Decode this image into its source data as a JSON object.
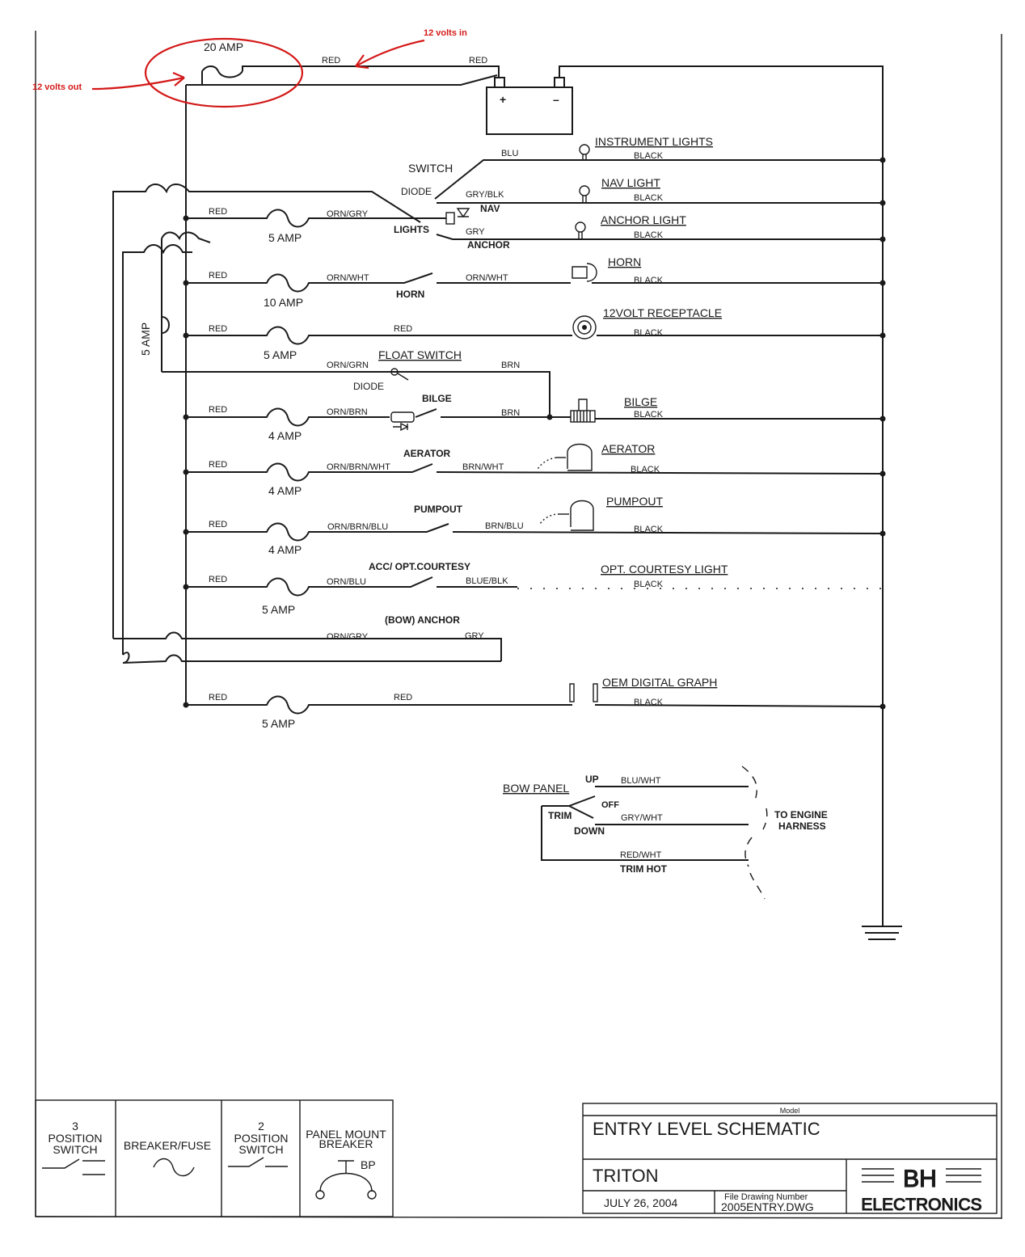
{
  "annotations": {
    "volts_in": "12 volts in",
    "volts_out": "12 volts out"
  },
  "main_fuse": {
    "rating": "20 AMP",
    "wire_left": "RED",
    "wire_right": "RED"
  },
  "battery": {
    "plus": "+",
    "minus": "–"
  },
  "ground_side": {
    "instrument_lights": "INSTRUMENT LIGHTS",
    "nav_light": "NAV LIGHT",
    "anchor_light": "ANCHOR LIGHT",
    "horn": "HORN",
    "receptacle": "12VOLT RECEPTACLE",
    "bilge": "BILGE",
    "aerator": "AERATOR",
    "pumpout": "PUMPOUT",
    "courtesy": "OPT. COURTESY LIGHT",
    "oem_graph": "OEM DIGITAL GRAPH",
    "black": "BLACK"
  },
  "lights_circuit": {
    "switch": "SWITCH",
    "diode": "DIODE",
    "blu": "BLU",
    "gry_blk": "GRY/BLK",
    "nav": "NAV",
    "gry": "GRY",
    "anchor": "ANCHOR",
    "lights": "LIGHTS",
    "red": "RED",
    "orn_gry": "ORN/GRY",
    "fuse": "5 AMP"
  },
  "horn_circuit": {
    "red": "RED",
    "orn_wht_in": "ORN/WHT",
    "orn_wht_out": "ORN/WHT",
    "switch": "HORN",
    "fuse": "10 AMP"
  },
  "receptacle_circuit": {
    "red": "RED",
    "red2": "RED",
    "fuse": "5 AMP"
  },
  "float_circuit": {
    "orn_grn": "ORN/GRN",
    "float_switch": "FLOAT SWITCH",
    "brn": "BRN",
    "side_fuse": "5 AMP"
  },
  "bilge_circuit": {
    "red": "RED",
    "orn_brn": "ORN/BRN",
    "diode": "DIODE",
    "switch": "BILGE",
    "brn": "BRN",
    "fuse": "4 AMP"
  },
  "aerator_circuit": {
    "red": "RED",
    "orn_brn_wht": "ORN/BRN/WHT",
    "switch": "AERATOR",
    "brn_wht": "BRN/WHT",
    "fuse": "4 AMP"
  },
  "pumpout_circuit": {
    "red": "RED",
    "orn_brn_blu": "ORN/BRN/BLU",
    "switch": "PUMPOUT",
    "brn_blu": "BRN/BLU",
    "fuse": "4 AMP"
  },
  "courtesy_circuit": {
    "red": "RED",
    "orn_blu": "ORN/BLU",
    "switch": "ACC/ OPT.COURTESY",
    "blue_blk": "BLUE/BLK",
    "fuse": "5 AMP"
  },
  "bow_anchor_circuit": {
    "orn_gry": "ORN/GRY",
    "switch": "(BOW) ANCHOR",
    "gry": "GRY"
  },
  "oem_circuit": {
    "red": "RED",
    "red2": "RED",
    "fuse": "5 AMP"
  },
  "trim_panel": {
    "bow_panel": "BOW PANEL",
    "up": "UP",
    "blu_wht": "BLU/WHT",
    "off": "OFF",
    "trim": "TRIM",
    "gry_wht": "GRY/WHT",
    "down": "DOWN",
    "red_wht": "RED/WHT",
    "trim_hot": "TRIM HOT",
    "harness_line1": "TO ENGINE",
    "harness_line2": "HARNESS"
  },
  "legend": {
    "three_pos_line1": "3",
    "three_pos_line2": "POSITION",
    "three_pos_line3": "SWITCH",
    "breaker_fuse": "BREAKER/FUSE",
    "two_pos_line1": "2",
    "two_pos_line2": "POSITION",
    "two_pos_line3": "SWITCH",
    "panel_line1": "PANEL MOUNT",
    "panel_line2": "BREAKER",
    "bp": "BP"
  },
  "title_block": {
    "model_label": "Model",
    "model_value": "ENTRY LEVEL SCHEMATIC",
    "customer": "TRITON",
    "date": "JULY 26, 2004",
    "file_label": "File Drawing Number",
    "file_value": "2005ENTRY.DWG",
    "logo_line1": "BH",
    "logo_line2": "ELECTRONICS"
  },
  "colors": {
    "ink": "#1a1a1a",
    "annotation": "#d41919",
    "paper": "#ffffff"
  }
}
